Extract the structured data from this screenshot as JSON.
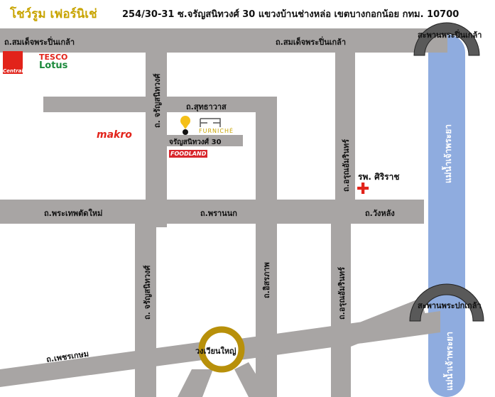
{
  "header": {
    "title": "โชว์รูม เฟอร์นิเช่",
    "address": "254/30-31 ซ.จรัญสนิทวงศ์ 30 แขวงบ้านช่างหล่อ เขตบางกอกน้อย กทม. 10700"
  },
  "roads": {
    "somdet_left": "ถ.สมเด็จพระปิ่นเกล้า",
    "somdet_right": "ถ.สมเด็จพระปิ่นเกล้า",
    "charan_top": "ถ. จรัญสนิทวงศ์",
    "charan_bottom": "ถ. จรัญสนิทวงศ์",
    "sutthawat": "ถ.สุทธาวาส",
    "soi_charan30": "จรัญสนิทวงศ์ 30",
    "arun_top": "ถ.อรุณอัมรินทร์",
    "arun_bottom": "ถ.อรุณอัมรินทร์",
    "prathep": "ถ.พระเทพตัดใหม่",
    "pranok": "ถ.พรานนก",
    "wanglang": "ถ.วังหลัง",
    "itsaraphap": "ถ.อิสรภาพ",
    "phetkasem": "ถ.เพชรเกษม",
    "circle": "วงเวียนใหญ่"
  },
  "river": {
    "label_top": "แม่น้ำเจ้าพระยา",
    "label_bottom": "แม่น้ำเจ้าพระยา",
    "color": "#8facdf"
  },
  "bridges": {
    "pinklao": "สะพานพระปิ่นเกล้า",
    "pokklao": "สะพานพระปกเกล้า"
  },
  "landmarks": {
    "hospital": "รพ. ศิริราช",
    "hospital_symbol": "✚",
    "makro": "makro",
    "tesco": "TESCO",
    "lotus": "Lotus",
    "central": "Central",
    "foodland": "FOODLAND",
    "furniche": "FURNICHÉ",
    "store_pin_icon": "map-pin-icon"
  },
  "colors": {
    "road": "#a8a5a4",
    "title": "#c8a400",
    "bridge": "#595959",
    "circle": "#b8900a",
    "hospital": "#e2231a"
  }
}
